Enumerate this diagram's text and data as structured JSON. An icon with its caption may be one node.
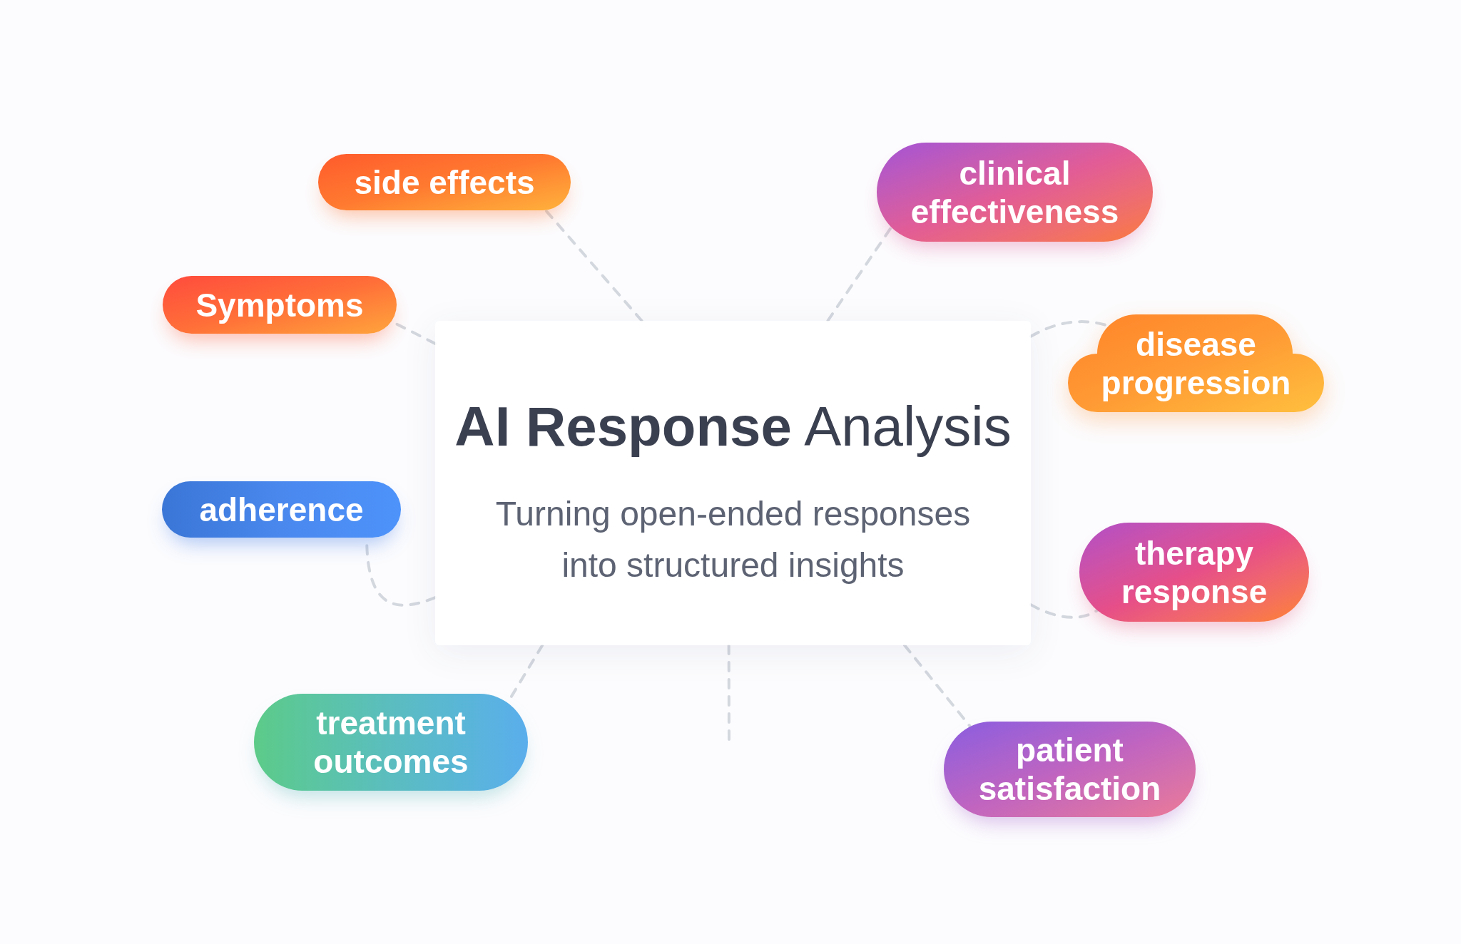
{
  "diagram": {
    "nodes": [
      {
        "text": [
          "**AI Response** Analysis",
          "Turning open-ended responses into structured insights"
        ]
      },
      {
        "text": [
          "side effects"
        ]
      },
      {
        "text": [
          "clinical effectiveness"
        ]
      },
      {
        "text": [
          "Symptoms"
        ]
      },
      {
        "text": [
          "disease progression"
        ]
      },
      {
        "text": [
          "adherence"
        ]
      },
      {
        "text": [
          "therapy response"
        ]
      },
      {
        "text": [
          "treatment outcomes"
        ]
      },
      {
        "text": [
          "patient satisfaction"
        ]
      }
    ],
    "edges": [
      {
        "from": 0,
        "to": 1,
        "arrow": "none",
        "style": "dashed"
      },
      {
        "from": 0,
        "to": 2,
        "arrow": "none",
        "style": "dashed"
      },
      {
        "from": 0,
        "to": 3,
        "arrow": "none",
        "style": "dashed"
      },
      {
        "from": 0,
        "to": 4,
        "arrow": "none",
        "style": "dashed"
      },
      {
        "from": 0,
        "to": 5,
        "arrow": "none",
        "style": "dashed"
      },
      {
        "from": 0,
        "to": 6,
        "arrow": "none",
        "style": "dashed"
      },
      {
        "from": 0,
        "to": 7,
        "arrow": "none",
        "style": "dashed"
      },
      {
        "from": 0,
        "to": null,
        "arrow": "none",
        "style": "dashed"
      },
      {
        "from": 0,
        "to": 8,
        "arrow": "none",
        "style": "dashed"
      }
    ]
  }
}
